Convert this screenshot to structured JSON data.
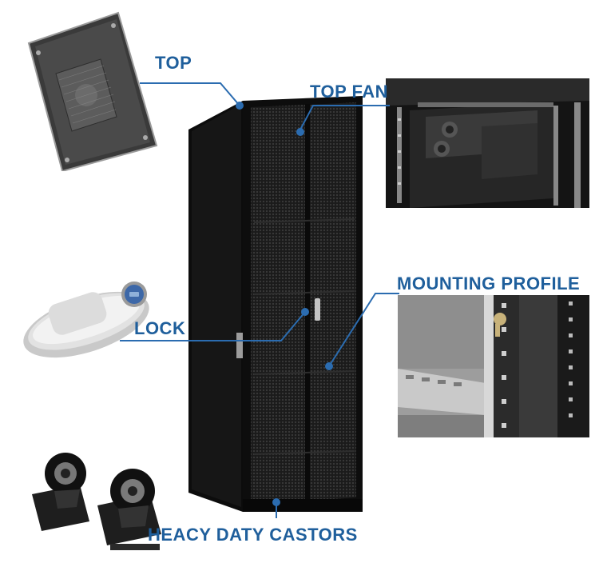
{
  "labels": {
    "top": "TOP",
    "top_fan": "TOP FAN",
    "mounting_profile": "MOUNTING PROFILE",
    "lock": "LOCK",
    "castors": "HEACY DATY CASTORS"
  },
  "colors": {
    "label_text": "#1f5f9c",
    "leader_line": "#2b6cb0",
    "cabinet_body": "#111111"
  },
  "icons": [
    "top-panel-photo",
    "top-fan-photo",
    "mounting-profile-photo",
    "lock-photo",
    "castors-photo",
    "server-cabinet-photo"
  ]
}
